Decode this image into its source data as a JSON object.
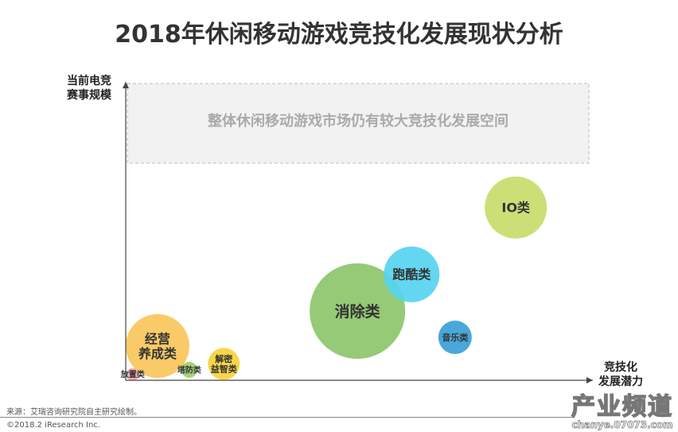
{
  "chart_data": {
    "type": "scatter",
    "subtype": "bubble",
    "title": "2018年休闲移动游戏竞技化发展现状分析",
    "xlabel": [
      "竞技化",
      "发展潜力"
    ],
    "ylabel": [
      "当前电竞",
      "赛事规模"
    ],
    "xlim": [
      0,
      100
    ],
    "ylim": [
      0,
      100
    ],
    "grid": false,
    "annotation": "整体休闲移动游戏市场仍有较大竞技化发展空间",
    "series": [
      {
        "name": "放置类",
        "x": 1.5,
        "y": 2,
        "size": 8,
        "color": "#f4a7b0"
      },
      {
        "name": "经营养成类",
        "label_lines": [
          "经营",
          "养成类"
        ],
        "x": 6.8,
        "y": 11.5,
        "size": 40,
        "color": "#f9c55a"
      },
      {
        "name": "塔防类",
        "x": 13.6,
        "y": 3.5,
        "size": 10,
        "color": "#9fcf6c"
      },
      {
        "name": "解密益智类",
        "label_lines": [
          "解密",
          "益智类"
        ],
        "x": 21,
        "y": 5.5,
        "size": 20,
        "color": "#f6d33a"
      },
      {
        "name": "消除类",
        "x": 49.6,
        "y": 23.2,
        "size": 60,
        "color": "#8cc66b"
      },
      {
        "name": "跑酷类",
        "x": 61.2,
        "y": 35.5,
        "size": 35,
        "color": "#56d4f0"
      },
      {
        "name": "音乐类",
        "x": 70.5,
        "y": 14.4,
        "size": 21,
        "color": "#3a9fd6"
      },
      {
        "name": "IO类",
        "x": 83.5,
        "y": 57.9,
        "size": 39,
        "color": "#c6dd6a"
      }
    ]
  },
  "footer": {
    "source": "来源：艾瑞咨询研究院自主研究绘制。",
    "copyright": "©2018.2 iResearch Inc."
  },
  "watermark": {
    "line1": "产业频道",
    "line2": "chanye.07073.com"
  }
}
